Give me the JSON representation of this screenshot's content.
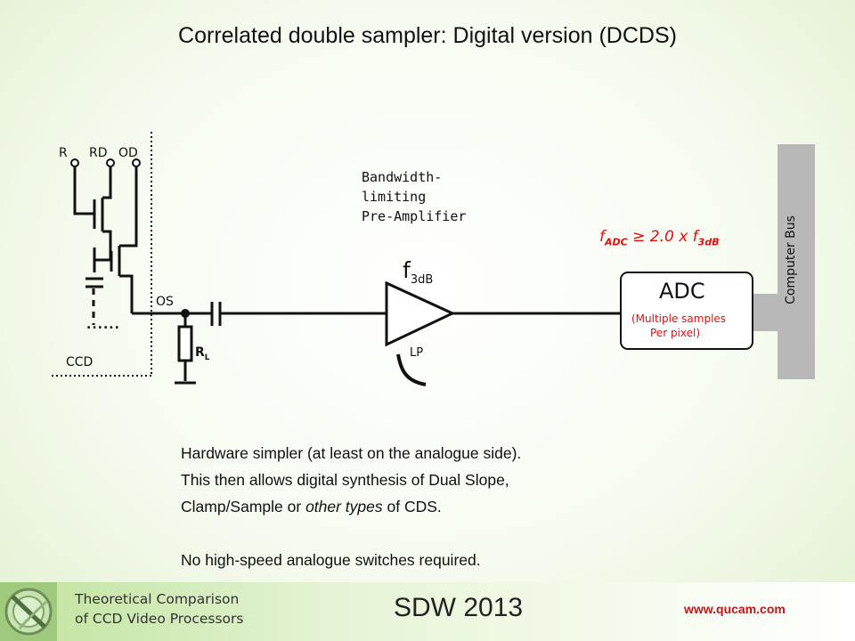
{
  "title": "Correlated double sampler:  Digital version (DCDS)",
  "ccd": {
    "pin_r": "R",
    "pin_rd": "RD",
    "pin_od": "OD",
    "label": "CCD",
    "os": "OS",
    "rl": "R",
    "rl_sub": "L",
    "dots": "......"
  },
  "preamp": {
    "line1": "Bandwidth-",
    "line2": "limiting",
    "line3": "Pre-Amplifier",
    "f": "f",
    "f_sub": "3dB",
    "filter": "LP"
  },
  "formula": {
    "f1": "f",
    "f1_sub": "ADC",
    "relation": "≥  2.0  x f",
    "f2_sub": "3dB"
  },
  "adc": {
    "title": "ADC",
    "line1": "(Multiple samples",
    "line2": "Per pixel)"
  },
  "bus": {
    "label": "Computer Bus"
  },
  "body": {
    "line1": "Hardware simpler (at least  on the analogue side).",
    "line2": "This then allows digital synthesis of Dual Slope,",
    "line3_a": "Clamp/Sample or ",
    "line3_b": "other types",
    "line3_c": " of CDS.",
    "line4": "No high-speed analogue switches required."
  },
  "footer": {
    "sub1": "Theoretical Comparison",
    "sub2": "of CCD Video Processors",
    "center": "SDW 2013",
    "url": "www.qucam.com"
  },
  "colors": {
    "accent_red": "#e01010",
    "bus_gray": "#b8b8b8",
    "footer_green": "#bfe29c"
  },
  "icons": [
    "qucam-logo-icon",
    "capacitor-icon",
    "resistor-icon",
    "amplifier-triangle-icon",
    "lowpass-curve-icon",
    "mosfet-icon"
  ]
}
